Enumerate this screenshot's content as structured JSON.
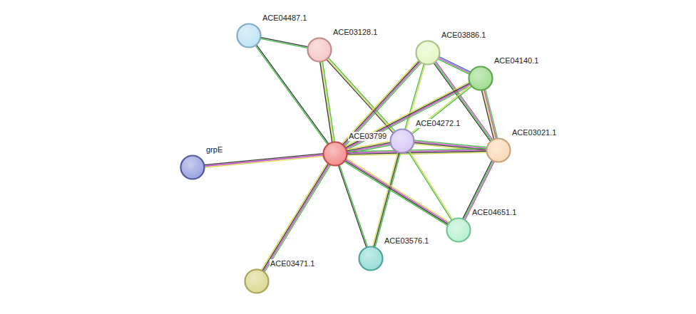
{
  "diagram": {
    "nodes": [
      {
        "text": [
          "ACE04487.1"
        ]
      },
      {
        "text": [
          "ACE03128.1"
        ]
      },
      {
        "text": [
          "ACE03886.1"
        ]
      },
      {
        "text": [
          "ACE04140.1"
        ]
      },
      {
        "text": [
          "ACE04272.1"
        ]
      },
      {
        "text": [
          "ACE03799"
        ]
      },
      {
        "text": [
          "ACE03021.1"
        ]
      },
      {
        "text": [
          "grpE"
        ]
      },
      {
        "text": [
          "ACE04651.1"
        ]
      },
      {
        "text": [
          "ACE03576.1"
        ]
      },
      {
        "text": [
          "ACE03471.1"
        ]
      }
    ],
    "edges": [
      {
        "from": 0,
        "to": 1,
        "arrow": "none"
      },
      {
        "from": 0,
        "to": 5,
        "arrow": "none"
      },
      {
        "from": 1,
        "to": 5,
        "arrow": "none"
      },
      {
        "from": 1,
        "to": 4,
        "arrow": "none"
      },
      {
        "from": 2,
        "to": 3,
        "arrow": "none"
      },
      {
        "from": 2,
        "to": 5,
        "arrow": "none"
      },
      {
        "from": 2,
        "to": 4,
        "arrow": "none"
      },
      {
        "from": 2,
        "to": 6,
        "arrow": "none"
      },
      {
        "from": 3,
        "to": 6,
        "arrow": "none"
      },
      {
        "from": 3,
        "to": 5,
        "arrow": "none"
      },
      {
        "from": 3,
        "to": 4,
        "arrow": "none"
      },
      {
        "from": 4,
        "to": 5,
        "arrow": "none"
      },
      {
        "from": 4,
        "to": 6,
        "arrow": "none"
      },
      {
        "from": 5,
        "to": 6,
        "arrow": "none"
      },
      {
        "from": 4,
        "to": 8,
        "arrow": "none"
      },
      {
        "from": 4,
        "to": 9,
        "arrow": "none"
      },
      {
        "from": 5,
        "to": 8,
        "arrow": "none"
      },
      {
        "from": 6,
        "to": 8,
        "arrow": "none"
      },
      {
        "from": 5,
        "to": 9,
        "arrow": "none"
      },
      {
        "from": 5,
        "to": 10,
        "arrow": "none"
      },
      {
        "from": 5,
        "to": 7,
        "arrow": "none"
      }
    ]
  }
}
